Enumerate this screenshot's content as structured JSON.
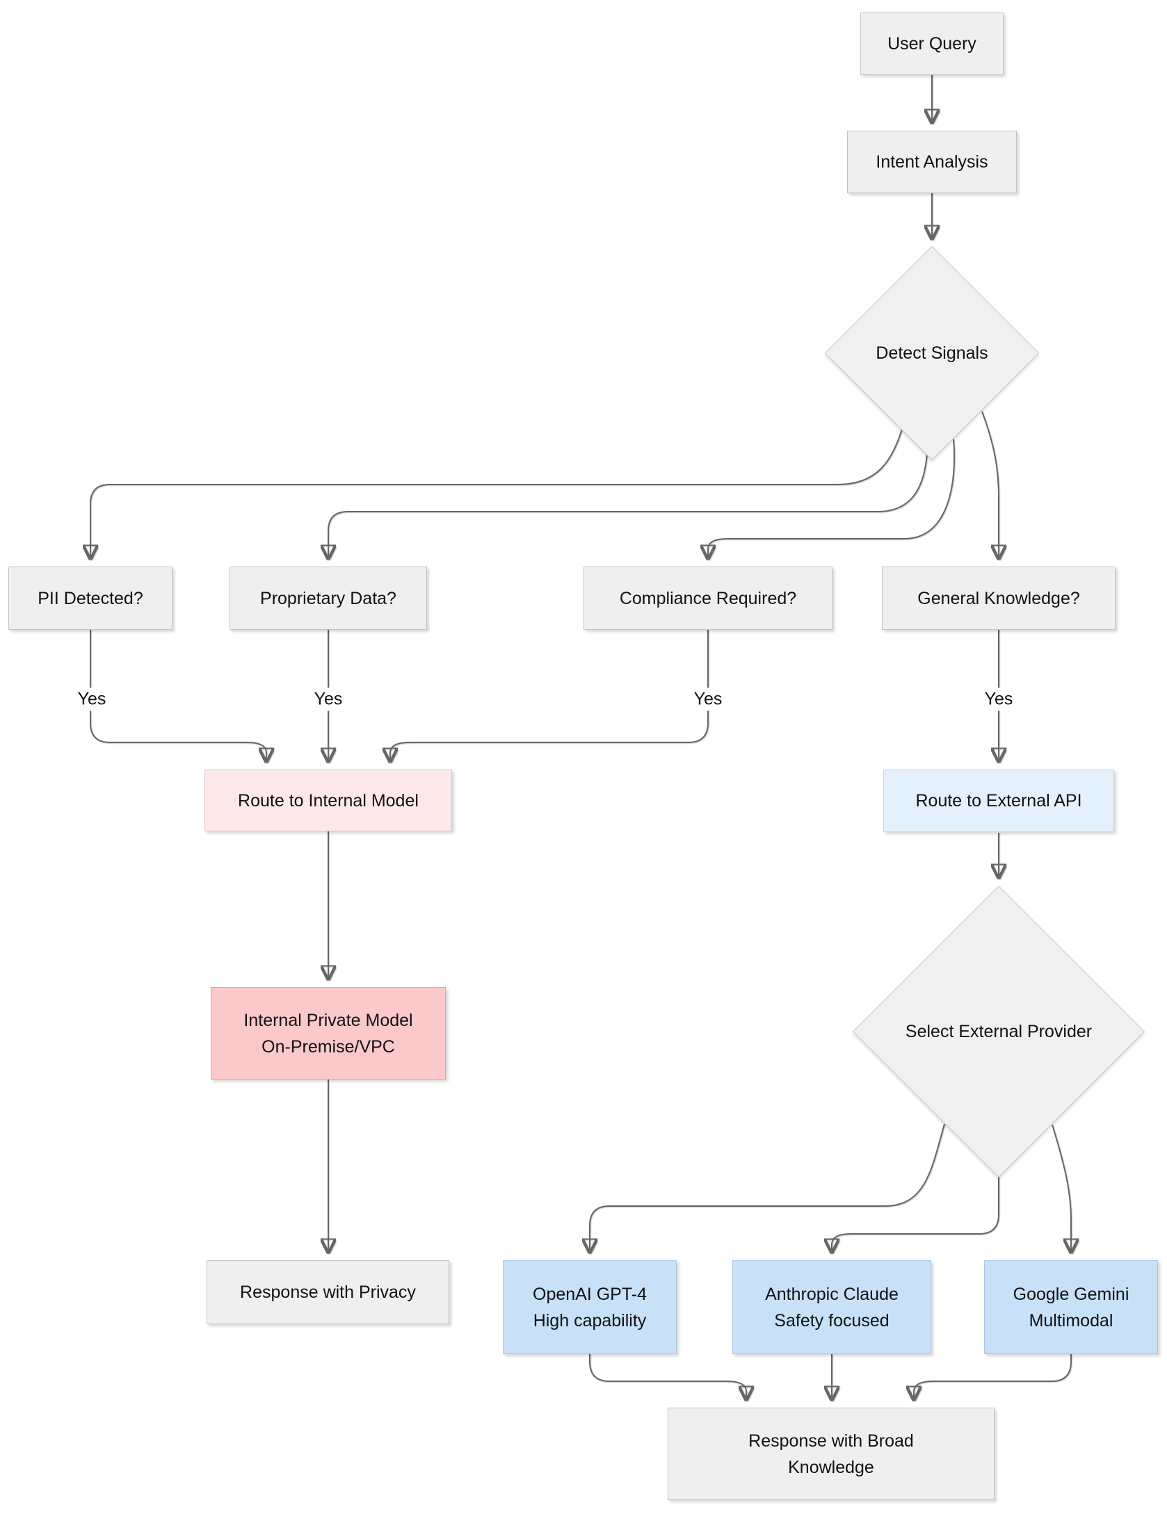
{
  "nodes": {
    "user_query": {
      "label": "User Query"
    },
    "intent_analysis": {
      "label": "Intent Analysis"
    },
    "detect_signals": {
      "label": "Detect Signals"
    },
    "pii": {
      "label": "PII Detected?"
    },
    "proprietary": {
      "label": "Proprietary Data?"
    },
    "compliance": {
      "label": "Compliance Required?"
    },
    "general": {
      "label": "General Knowledge?"
    },
    "route_internal": {
      "label": "Route to Internal Model"
    },
    "route_external": {
      "label": "Route to External API"
    },
    "internal_private": {
      "line1": "Internal Private Model",
      "line2": "On-Premise/VPC"
    },
    "select_provider": {
      "label": "Select External Provider"
    },
    "response_privacy": {
      "label": "Response with Privacy"
    },
    "openai": {
      "line1": "OpenAI GPT-4",
      "line2": "High capability"
    },
    "anthropic": {
      "line1": "Anthropic Claude",
      "line2": "Safety focused"
    },
    "google": {
      "line1": "Google Gemini",
      "line2": "Multimodal"
    },
    "response_broad": {
      "line1": "Response with Broad",
      "line2": "Knowledge"
    }
  },
  "edge_labels": {
    "pii_yes": "Yes",
    "proprietary_yes": "Yes",
    "compliance_yes": "Yes",
    "general_yes": "Yes"
  },
  "colors": {
    "node_gray_fill": "#efefef",
    "node_gray_border": "#c4c4c4",
    "route_internal_fill": "#fce8e8",
    "internal_model_fill": "#fbc9c9",
    "route_external_fill": "#e4f0fc",
    "provider_fill": "#c8e1f9",
    "edge_stroke": "#666666",
    "text": "#111111",
    "background": "#ffffff"
  }
}
